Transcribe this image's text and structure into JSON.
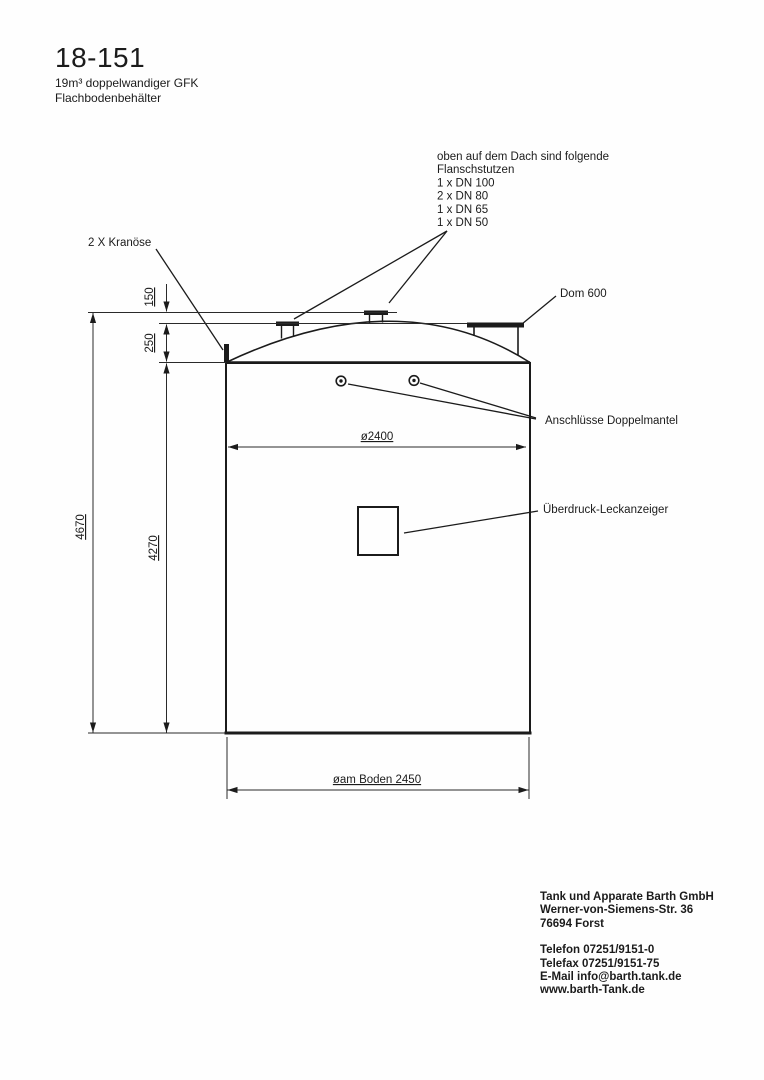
{
  "ink": "#1b1b1b",
  "header": {
    "title": "18-151",
    "subtitle": [
      "19m³ doppelwandiger GFK",
      "Flachbodenbehälter"
    ]
  },
  "roof_note": {
    "lines": [
      "oben auf dem Dach sind folgende",
      "Flanschstutzen",
      "1 x DN 100",
      "2 x DN 80",
      "1 x DN 65",
      "1 x DN 50"
    ]
  },
  "labels": {
    "kranoese": "2 X Kranöse",
    "dom": "Dom 600",
    "doppelmantel": "Anschlüsse Doppelmantel",
    "leckanzeiger": "Überdruck-Leckanzeiger"
  },
  "dimensions": {
    "stub_height": "150",
    "dome_height": "250",
    "total_height": "4670",
    "shell_height": "4270",
    "diameter": "ø2400",
    "bottom_diameter": "øam Boden 2450"
  },
  "footer": {
    "company": [
      "Tank und Apparate Barth GmbH",
      "Werner-von-Siemens-Str. 36",
      "76694 Forst"
    ],
    "contact": [
      "Telefon 07251/9151-0",
      "Telefax 07251/9151-75",
      "E-Mail info@barth.tank.de",
      "www.barth-Tank.de"
    ]
  }
}
